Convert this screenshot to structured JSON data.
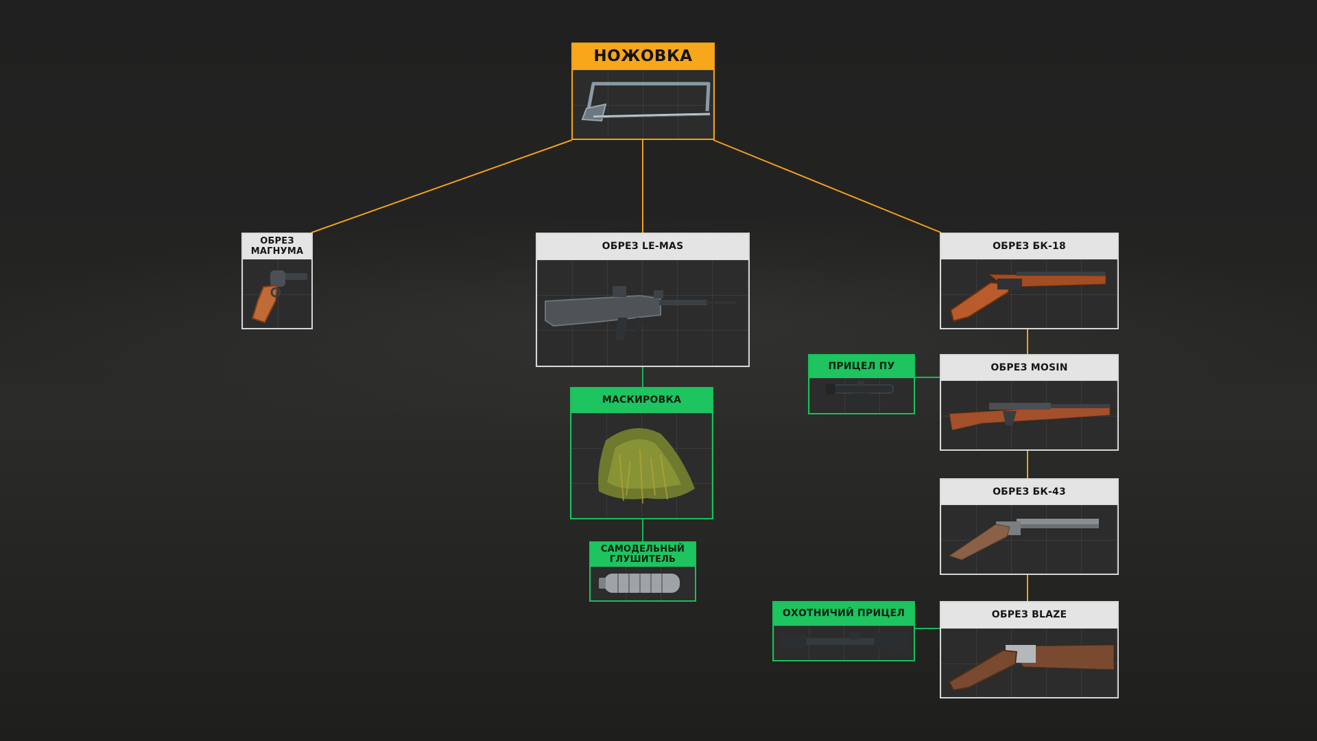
{
  "tree": {
    "root": {
      "label": "НОЖОВКА",
      "icon": "hacksaw-icon"
    },
    "weapons": {
      "magnum": {
        "label": "ОБРЕЗ МАГНУМА",
        "icon": "revolver-icon"
      },
      "lemas": {
        "label": "ОБРЕЗ LE-MAS",
        "icon": "rifle-lemas-icon"
      },
      "bk18": {
        "label": "ОБРЕЗ БК-18",
        "icon": "sawed-off-bk18-icon"
      },
      "mosin": {
        "label": "ОБРЕЗ MOSIN",
        "icon": "sawed-off-mosin-icon"
      },
      "bk43": {
        "label": "ОБРЕЗ БК-43",
        "icon": "sawed-off-bk43-icon"
      },
      "blaze": {
        "label": "ОБРЕЗ BLAZE",
        "icon": "sawed-off-blaze-icon"
      }
    },
    "attachments": {
      "camo": {
        "label": "МАСКИРОВКА",
        "icon": "ghillie-camo-icon"
      },
      "silencer": {
        "label": "САМОДЕЛЬНЫЙ ГЛУШИТЕЛЬ",
        "icon": "bottle-silencer-icon"
      },
      "pu_scope": {
        "label": "ПРИЦЕЛ ПУ",
        "icon": "pu-scope-icon"
      },
      "hunting_scope": {
        "label": "ОХОТНИЧИЙ ПРИЦЕЛ",
        "icon": "hunting-scope-icon"
      }
    }
  },
  "colors": {
    "tool": "#f8a61a",
    "weapon": "#e4e4e4",
    "attachment": "#1dc460",
    "tool_link": "#f3a11a",
    "weapon_link": "#f3a11a",
    "attachment_link": "#19b85a"
  }
}
